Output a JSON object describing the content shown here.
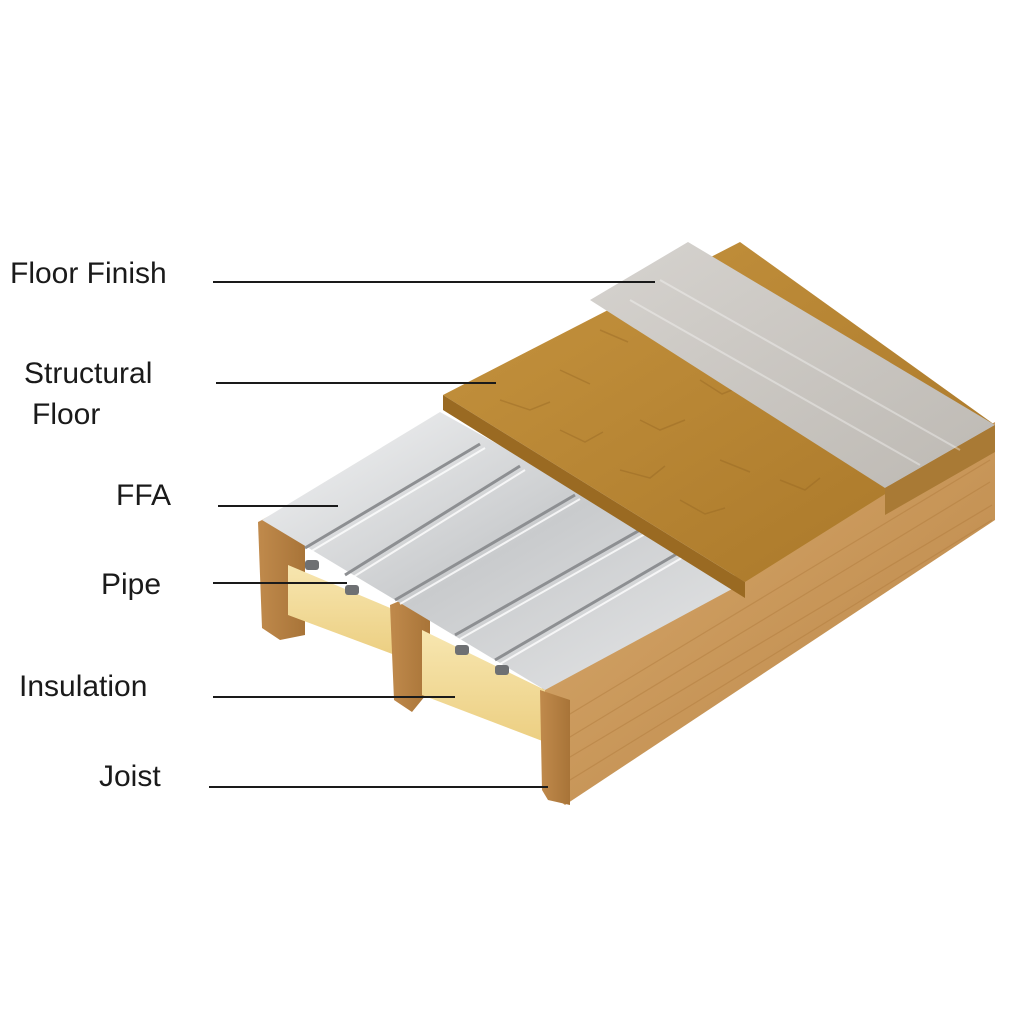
{
  "diagram": {
    "labels": {
      "floor_finish": "Floor Finish",
      "structural_floor_line1": "Structural",
      "structural_floor_line2": "Floor",
      "ffa": "FFA",
      "pipe": "Pipe",
      "insulation": "Insulation",
      "joist": "Joist"
    },
    "colors": {
      "floor_finish": "#c9c6c1",
      "structural_floor": "#b88738",
      "ffa_foil": "#d8d9da",
      "insulation": "#f3dc9b",
      "joist": "#c9955a",
      "leader_line": "#1a1a1a"
    }
  }
}
